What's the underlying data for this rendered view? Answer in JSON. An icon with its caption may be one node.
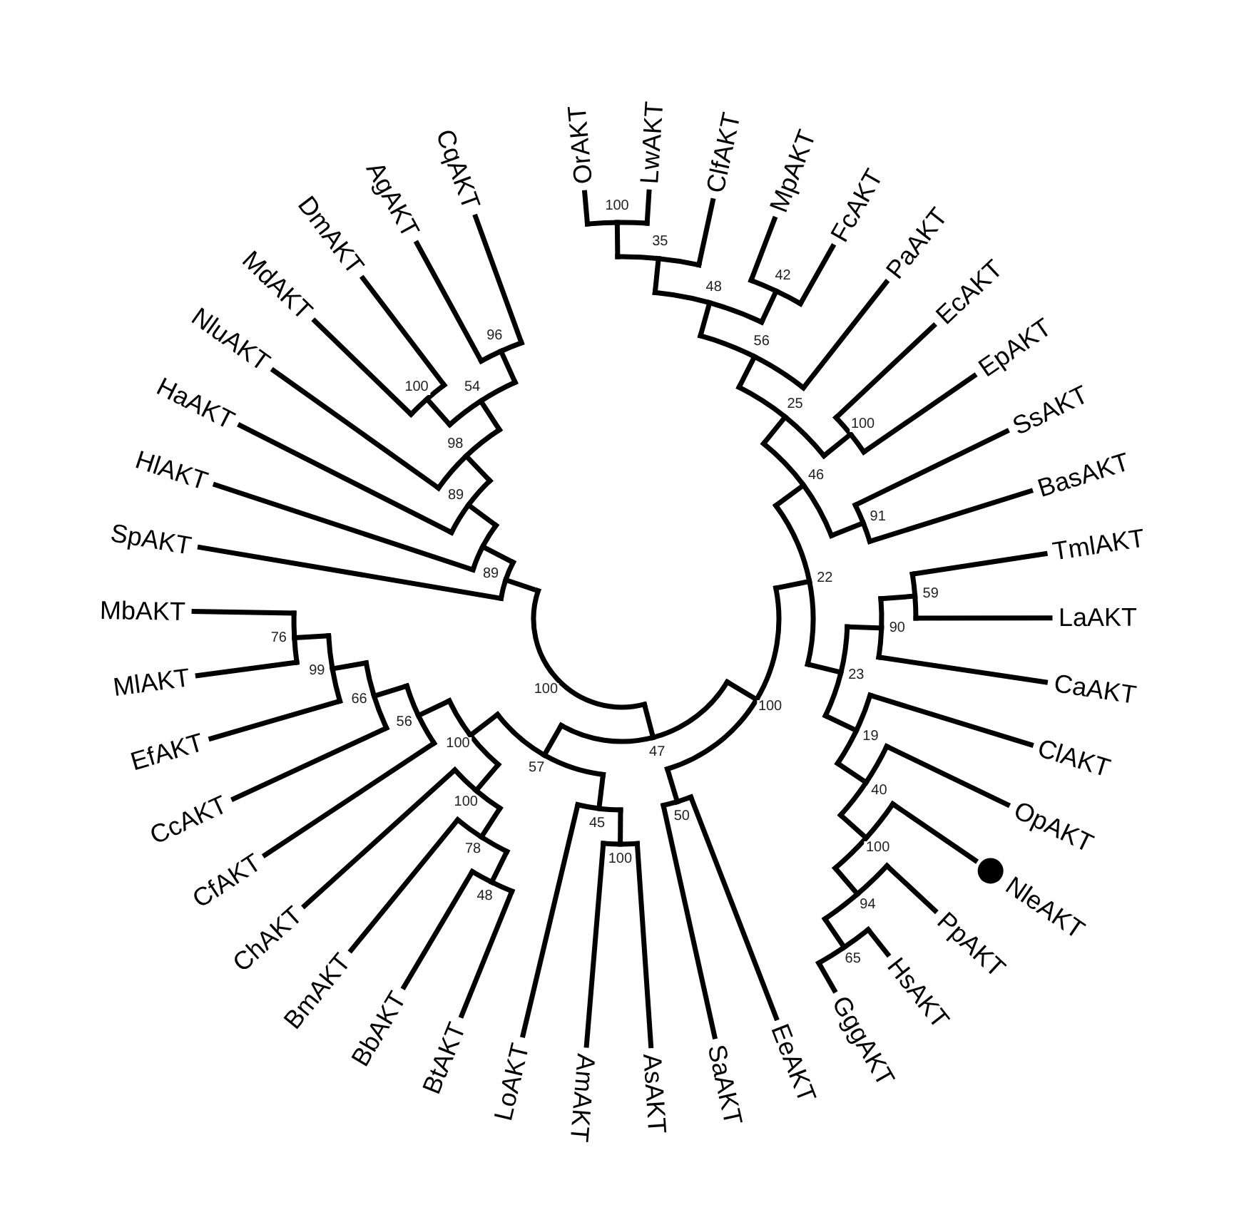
{
  "diagram": {
    "labels": [
      "OrAKT",
      "LwAKT",
      "ClfAKT",
      "MpAKT",
      "FcAKT",
      "PaAKT",
      "EcAKT",
      "EpAKT",
      "SsAKT",
      "BasAKT",
      "TmlAKT",
      "LaAKT",
      "CaAKT",
      "ClAKT",
      "OpAKT",
      "NleAKT",
      "PpAKT",
      "HsAKT",
      "GggAKT",
      "EeAKT",
      "SaAKT",
      "AsAKT",
      "AmAKT",
      "LoAKT",
      "BtAKT",
      "BbAKT",
      "BmAKT",
      "ChAKT",
      "CfAKT",
      "CcAKT",
      "EfAKT",
      "MlAKT",
      "MbAKT",
      "SpAKT",
      "HlAKT",
      "HaAKT",
      "NluAKT",
      "MdAKT",
      "DmAKT",
      "AgAKT",
      "CqAKT",
      "100",
      "47",
      "100",
      "22",
      "46",
      "25",
      "56",
      "48",
      "35",
      "100",
      "42",
      "100",
      "91",
      "23",
      "90",
      "59",
      "19",
      "40",
      "100",
      "94",
      "65",
      "50",
      "57",
      "45",
      "100",
      "100",
      "100",
      "78",
      "48",
      "56",
      "66",
      "99",
      "76",
      "89",
      "89",
      "98",
      "54",
      "100",
      "96"
    ]
  }
}
